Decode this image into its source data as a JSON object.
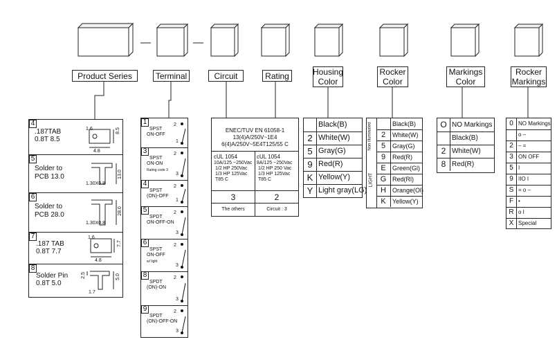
{
  "headers": {
    "product_series": "Product Series",
    "terminal": "Terminal",
    "circuit": "Circuit",
    "rating": "Rating",
    "housing_color": [
      "Housing",
      "Color"
    ],
    "rocker_color": [
      "Rocker",
      "Color"
    ],
    "markings_color": [
      "Markings",
      "Color"
    ],
    "rocker_markings": [
      "Rocker",
      "Markings"
    ]
  },
  "terminals": [
    {
      "code": "4",
      "name": [
        ".187TAB",
        "0.8T 8.5"
      ],
      "dims": [
        "1.6",
        "8.5",
        "4.8"
      ]
    },
    {
      "code": "5",
      "name": [
        "Solder to",
        "PCB 13.0"
      ],
      "dims": [
        "13.0",
        "1.30X0.8"
      ]
    },
    {
      "code": "6",
      "name": [
        "Solder to",
        "PCB 28.0"
      ],
      "dims": [
        "28.0",
        "1.30X0.8"
      ]
    },
    {
      "code": "7",
      "name": [
        ".187 TAB",
        "0.8T 7.7"
      ],
      "dims": [
        "1.6",
        "7.7",
        "4.8"
      ]
    },
    {
      "code": "8",
      "name": [
        "Solder Pin",
        "0.8T 5.0"
      ],
      "dims": [
        "2.5",
        "5.0",
        "1.7"
      ]
    }
  ],
  "circuits": [
    {
      "code": "1",
      "name": [
        "SPST",
        "ON-OFF"
      ],
      "pins": [
        "2",
        "1"
      ],
      "note": ""
    },
    {
      "code": "3",
      "name": [
        "SPST",
        "ON-ON"
      ],
      "pins": [
        "2",
        "3"
      ],
      "note": "Rating code 3"
    },
    {
      "code": "4",
      "name": [
        "SPST",
        "(ON)-OFF"
      ],
      "pins": [
        "2",
        "1"
      ],
      "note": ""
    },
    {
      "code": "5",
      "name": [
        "SPDT",
        "ON-OFF-ON"
      ],
      "pins": [
        "2",
        "3"
      ],
      "note": ""
    },
    {
      "code": "6",
      "name": [
        "SPST",
        "ON-OFF"
      ],
      "pins": [
        "2",
        "3"
      ],
      "note": "w/ light"
    },
    {
      "code": "8",
      "name": [
        "SPDT",
        "(ON)-ON"
      ],
      "pins": [
        "2",
        "3"
      ],
      "note": ""
    },
    {
      "code": "9",
      "name": [
        "SPDT",
        "(ON)-OFF-ON"
      ],
      "pins": [
        "2",
        "3"
      ],
      "note": ""
    }
  ],
  "rating": {
    "top": [
      "ENEC/TUV EN 61058-1",
      "13(4)A/250V~1E4",
      "6(4)A/250V~5E4T125/55 C"
    ],
    "left": [
      "cUL 1054",
      "10A/125 ~250Vac",
      "1/2 HP 250Vac",
      "1/3 HP 125Vac",
      "T85 C"
    ],
    "right": [
      "cUL 1054",
      "8A/125 ~250Vac",
      "1/2 HP 250 Vac",
      "1/3 HP 125Vac",
      "T85 C"
    ],
    "codes": [
      "3",
      "2"
    ],
    "notes": [
      "The others",
      "Circuit  :  3"
    ]
  },
  "housing": [
    {
      "code": "",
      "label": "Black(B)"
    },
    {
      "code": "2",
      "label": "White(W)"
    },
    {
      "code": "5",
      "label": "Gray(G)"
    },
    {
      "code": "9",
      "label": "Red(R)"
    },
    {
      "code": "K",
      "label": "Yellow(Y)"
    },
    {
      "code": "Y",
      "label": "Light gray(LG)"
    }
  ],
  "rocker": {
    "non_illuminated_label": "Non illuminated",
    "light_label": "LIGHT",
    "items": [
      {
        "code": "",
        "label": "Black(B)"
      },
      {
        "code": "2",
        "label": "White(W)"
      },
      {
        "code": "5",
        "label": "Gray(G)"
      },
      {
        "code": "9",
        "label": "Red(R)"
      },
      {
        "code": "E",
        "label": "Green(Gl)"
      },
      {
        "code": "G",
        "label": "Red(Rl)"
      },
      {
        "code": "H",
        "label": "Orange(Ol)"
      },
      {
        "code": "K",
        "label": "Yellow(Y)"
      }
    ]
  },
  "markings_color": [
    {
      "code": "O",
      "label": "NO Markings"
    },
    {
      "code": "",
      "label": "Black(B)"
    },
    {
      "code": "2",
      "label": "White(W)"
    },
    {
      "code": "8",
      "label": "Red(R)"
    }
  ],
  "rocker_markings": [
    {
      "code": "0",
      "label": "NO Markings"
    },
    {
      "code": "",
      "label": "o    –"
    },
    {
      "code": "2",
      "label": "–  =  "
    },
    {
      "code": "3",
      "label": "ON    OFF"
    },
    {
      "code": "5",
      "label": "          I"
    },
    {
      "code": "9",
      "label": "  IIO    I"
    },
    {
      "code": "S",
      "label": "=   o   –"
    },
    {
      "code": "F",
      "label": "          •"
    },
    {
      "code": "R",
      "label": "o        I"
    },
    {
      "code": "X",
      "label": "Special"
    }
  ]
}
